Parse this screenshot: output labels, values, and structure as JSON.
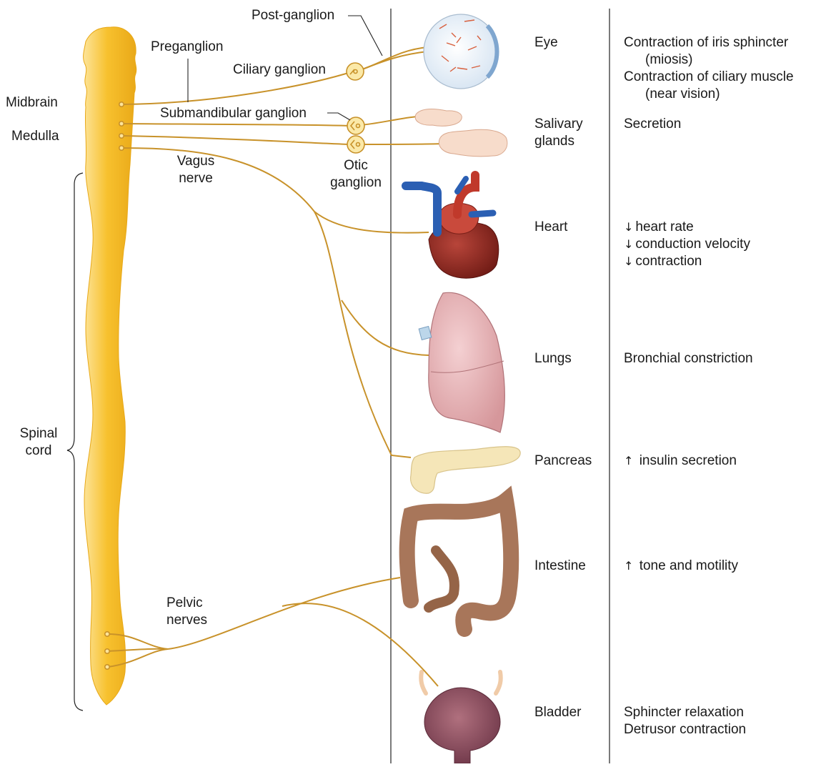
{
  "labels": {
    "post_ganglion": "Post-ganglion",
    "preganglion": "Preganglion",
    "ciliary_ganglion": "Ciliary ganglion",
    "midbrain": "Midbrain",
    "medulla": "Medulla",
    "submandibular_ganglion": "Submandibular ganglion",
    "vagus_nerve_1": "Vagus",
    "vagus_nerve_2": "nerve",
    "otic_ganglion_1": "Otic",
    "otic_ganglion_2": "ganglion",
    "spinal_cord_1": "Spinal",
    "spinal_cord_2": "cord",
    "pelvic_nerves_1": "Pelvic",
    "pelvic_nerves_2": "nerves"
  },
  "organs": {
    "eye": "Eye",
    "salivary_1": "Salivary",
    "salivary_2": "glands",
    "heart": "Heart",
    "lungs": "Lungs",
    "pancreas": "Pancreas",
    "intestine": "Intestine",
    "bladder": "Bladder"
  },
  "effects": {
    "eye_1": "Contraction of iris sphincter",
    "eye_2": "(miosis)",
    "eye_3": "Contraction of ciliary muscle",
    "eye_4": "(near vision)",
    "salivary": "Secretion",
    "heart_1": "heart rate",
    "heart_2": "conduction velocity",
    "heart_3": "contraction",
    "lungs": "Bronchial constriction",
    "pancreas": "insulin secretion",
    "intestine": "tone and motility",
    "bladder_1": "Sphincter relaxation",
    "bladder_2": "Detrusor contraction"
  },
  "arrows": {
    "down": "↓",
    "up": "↑"
  },
  "colors": {
    "nerve": "#c8922a",
    "spinal_cord": "#f7c12e",
    "spinal_cord_light": "#fde49a",
    "heart": "#9e2a22",
    "lungs": "#e8b4b6",
    "pancreas": "#f5e6b8",
    "intestine": "#a8765a",
    "bladder": "#8e5060",
    "vessel_blue": "#2b5fb3",
    "vessel_red": "#c0392b"
  }
}
